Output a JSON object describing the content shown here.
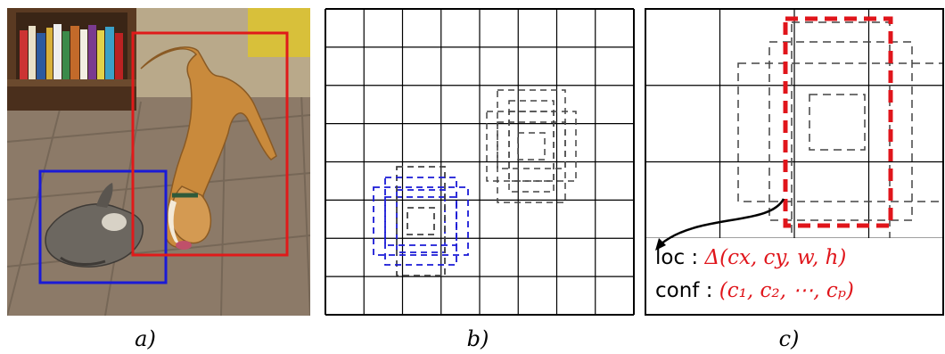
{
  "captions": {
    "a": "a)",
    "b": "b)",
    "c": "c)"
  },
  "labels": {
    "loc_name": "loc",
    "loc_colon": " : ",
    "loc_value": "Δ(cx, cy, w, h)",
    "conf_name": "conf",
    "conf_colon": " : ",
    "conf_value": "(c₁, c₂, ⋯, cₚ)"
  },
  "grids": {
    "panel_b_cells": 8,
    "panel_c_cells": 4
  },
  "colors": {
    "cat_box": "#1a1ad6",
    "dog_box": "#e01a1a",
    "selected_default_box": "#e0151b",
    "default_box": "#444444",
    "grid_line": "#000000"
  }
}
